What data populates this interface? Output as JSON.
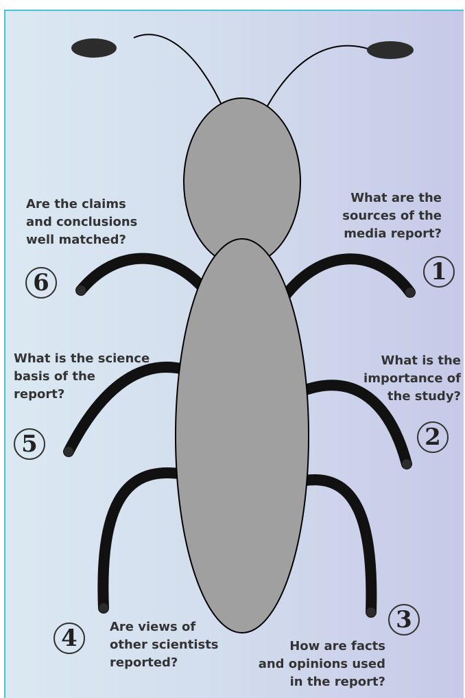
{
  "questions": [
    {
      "number": "1",
      "lines": [
        "What are the",
        "sources of the",
        "media report?"
      ]
    },
    {
      "number": "2",
      "lines": [
        "What is the",
        "importance of",
        "the study?"
      ]
    },
    {
      "number": "3",
      "lines": [
        "How are facts",
        "and opinions used",
        "in the report?"
      ]
    },
    {
      "number": "4",
      "lines": [
        "Are views of",
        "other scientists",
        "reported?"
      ]
    },
    {
      "number": "5",
      "lines": [
        "What is the science",
        "basis of the",
        "report?"
      ]
    },
    {
      "number": "6",
      "lines": [
        "Are the claims",
        "and conclusions",
        "well matched?"
      ]
    }
  ],
  "colors": {
    "body_fill": "#a0a0a0",
    "outline": "#000000",
    "leg": "#111111",
    "antenna_tip": "#2c2c2c",
    "frame_border": "#44c4d4",
    "text": "#333333"
  }
}
